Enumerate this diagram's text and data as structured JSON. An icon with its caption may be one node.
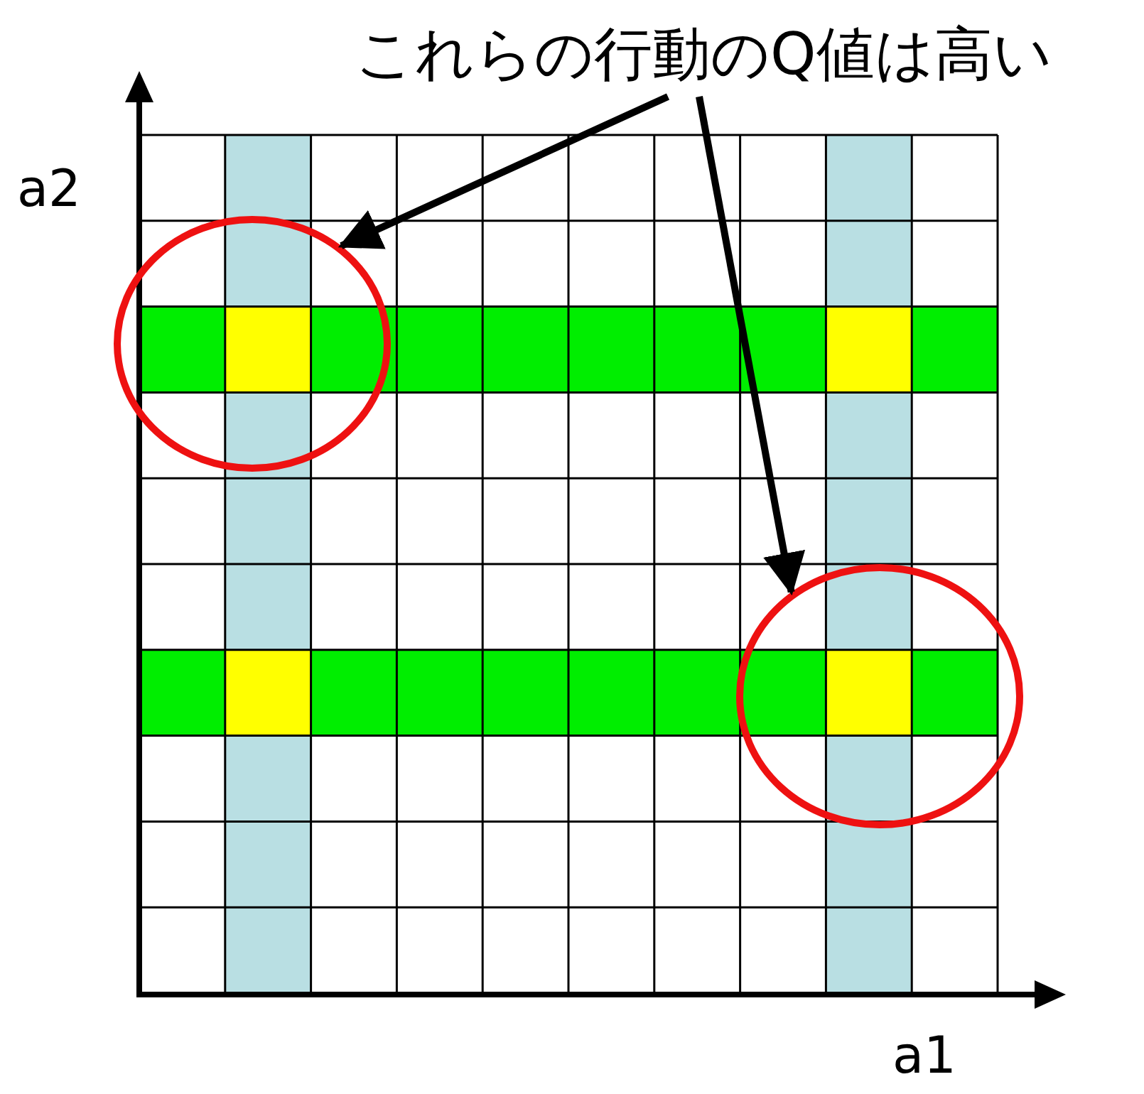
{
  "diagram": {
    "nodes": [
      {
        "text": [
          "これらの行動のQ値は高い"
        ]
      },
      {
        "text": [],
        "shape": "circle"
      },
      {
        "text": [],
        "shape": "circle"
      }
    ],
    "edges": [
      {
        "from": 0,
        "to": 1,
        "arrow": "to"
      },
      {
        "from": 0,
        "to": 2,
        "arrow": "to"
      }
    ],
    "labels": [
      "a2",
      "a1"
    ]
  }
}
